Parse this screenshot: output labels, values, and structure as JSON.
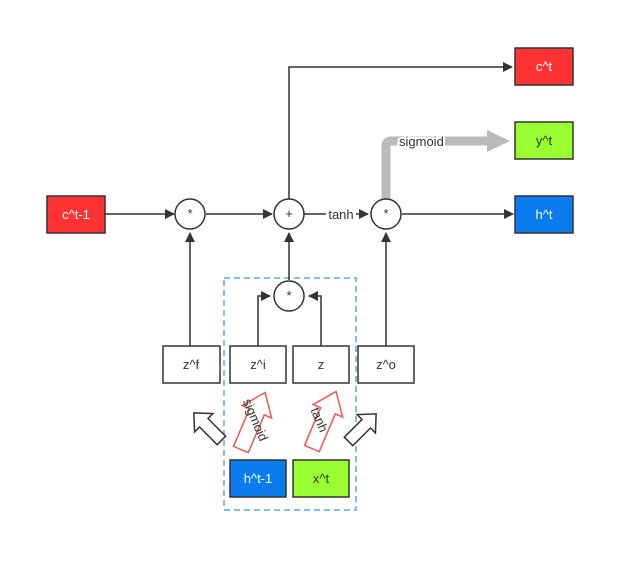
{
  "nodes": {
    "c_prev": {
      "label": "c^t-1",
      "fill": "#ff3333"
    },
    "c_next": {
      "label": "c^t",
      "fill": "#ff3333"
    },
    "y_out": {
      "label": "y^t",
      "fill": "#99ff33"
    },
    "h_out": {
      "label": "h^t",
      "fill": "#0a7cf0"
    },
    "z_f": {
      "label": "z^f"
    },
    "z_i": {
      "label": "z^i"
    },
    "z": {
      "label": "z"
    },
    "z_o": {
      "label": "z^o"
    },
    "h_prev": {
      "label": "h^t-1",
      "fill": "#0a7cf0"
    },
    "x_in": {
      "label": "x^t",
      "fill": "#99ff33"
    }
  },
  "operators": {
    "mul_forget": "*",
    "add": "+",
    "mul_output": "*",
    "mul_input": "*"
  },
  "edge_labels": {
    "tanh_cell": "tanh",
    "sigmoid_out": "sigmoid",
    "sigmoid_gate": "sigmoid",
    "tanh_gate": "tanh"
  },
  "colors": {
    "red": "#ff3333",
    "green": "#99ff33",
    "blue": "#0a7cf0",
    "dashed_box": "#5aa9dd",
    "outline_arrow_red": "#ee5555",
    "gray_arrow": "#bbbbbb"
  }
}
